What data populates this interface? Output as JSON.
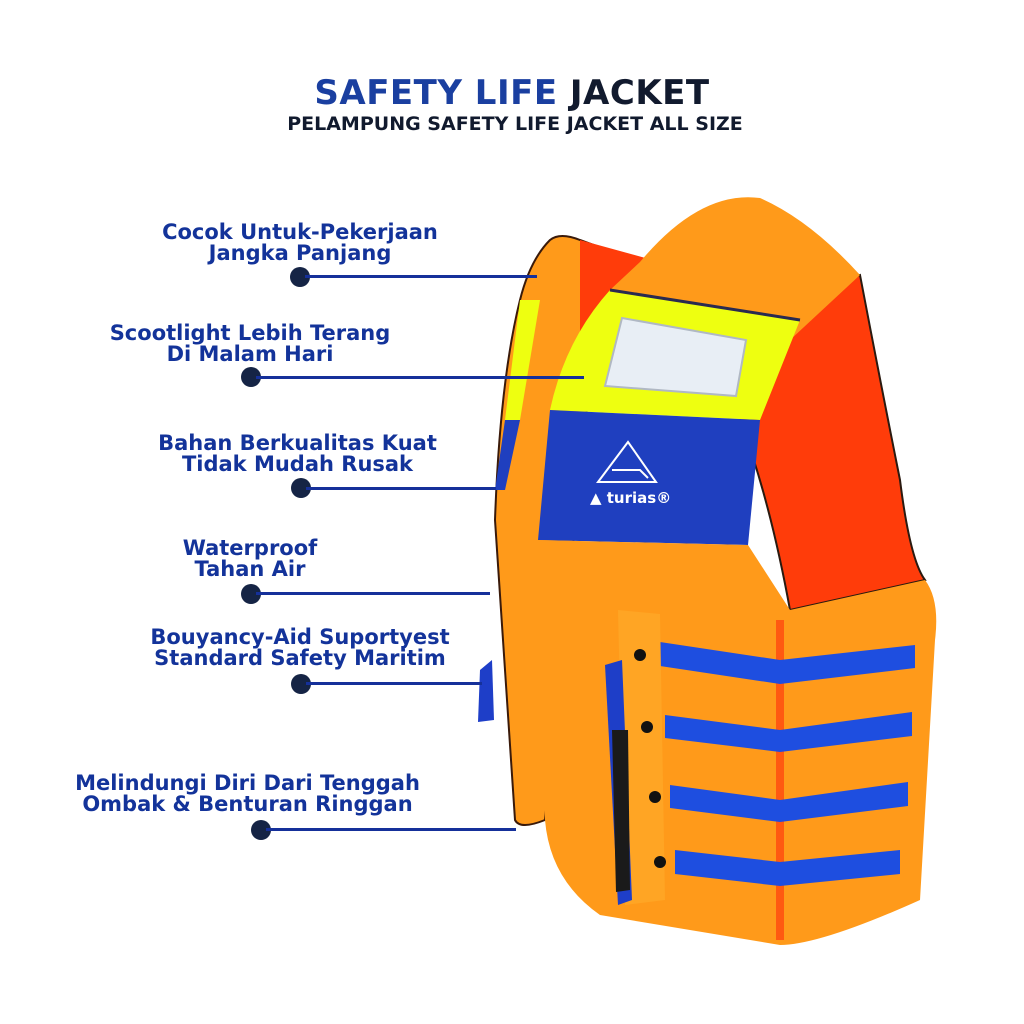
{
  "header": {
    "title_blue": "SAFETY LIFE",
    "title_dark": "JACKET",
    "subtitle": "PELAMPUNG SAFETY LIFE JACKET ALL SIZE"
  },
  "features": [
    {
      "line1": "Cocok Untuk-Pekerjaan",
      "line2": "Jangka Panjang"
    },
    {
      "line1": "Scootlight Lebih Terang",
      "line2": "Di Malam Hari"
    },
    {
      "line1": "Bahan Berkualitas Kuat",
      "line2": "Tidak Mudah Rusak"
    },
    {
      "line1": "Waterproof",
      "line2": "Tahan Air"
    },
    {
      "line1": "Bouyancy-Aid Suportyest",
      "line2": "Standard Safety Maritim"
    },
    {
      "line1": "Melindungi Diri Dari Tenggah",
      "line2": "Ombak & Benturan Ringgan"
    }
  ],
  "product": {
    "brand": "turias®",
    "colors": {
      "orange": "#ff9a1a",
      "red_orange": "#ff3c0a",
      "yellow": "#eeff10",
      "blue": "#1f3fbf",
      "strap_blue": "#1e4ee0",
      "callout_text": "#13339a",
      "dot": "#152445"
    }
  }
}
